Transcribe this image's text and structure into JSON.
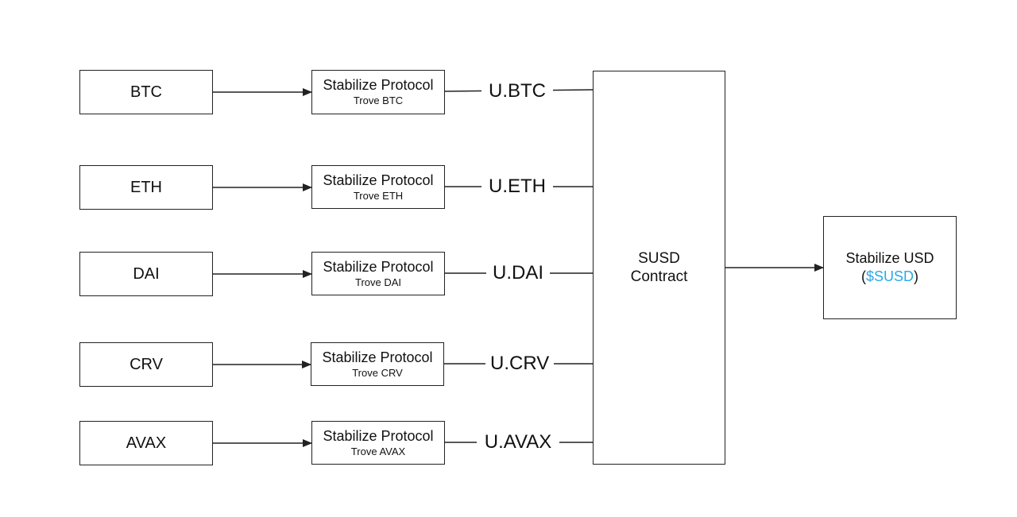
{
  "rows": [
    {
      "asset": "BTC",
      "protocol": "Stabilize Protocol",
      "trove": "Trove BTC",
      "token": "U.BTC"
    },
    {
      "asset": "ETH",
      "protocol": "Stabilize Protocol",
      "trove": "Trove ETH",
      "token": "U.ETH"
    },
    {
      "asset": "DAI",
      "protocol": "Stabilize Protocol",
      "trove": "Trove DAI",
      "token": "U.DAI"
    },
    {
      "asset": "CRV",
      "protocol": "Stabilize Protocol",
      "trove": "Trove CRV",
      "token": "U.CRV"
    },
    {
      "asset": "AVAX",
      "protocol": "Stabilize Protocol",
      "trove": "Trove AVAX",
      "token": "U.AVAX"
    }
  ],
  "contract": {
    "line1": "SUSD",
    "line2": "Contract"
  },
  "output": {
    "title": "Stabilize USD",
    "open_paren": "(",
    "ticker": "$SUSD",
    "close_paren": ")"
  },
  "colors": {
    "stroke": "#222222",
    "accent": "#2aa8e8"
  }
}
